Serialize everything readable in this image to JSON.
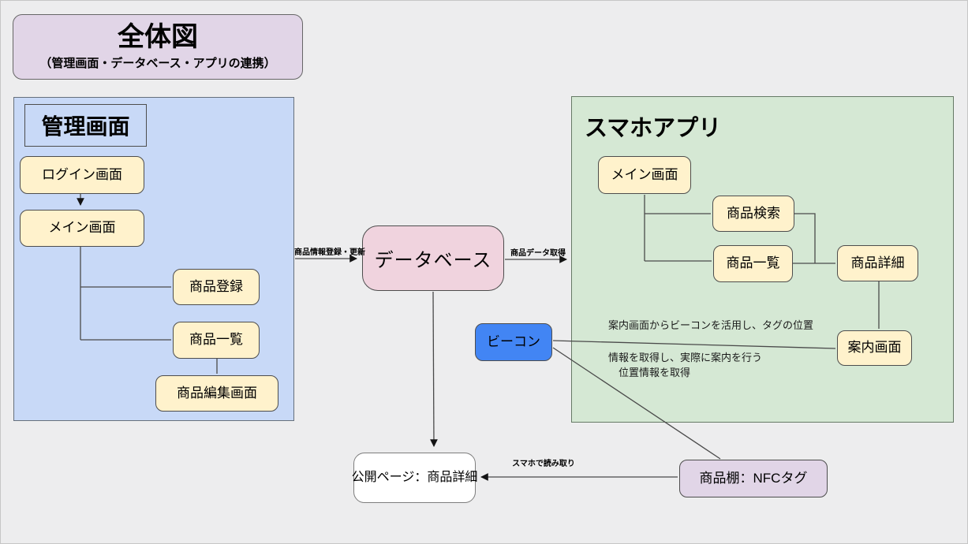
{
  "overview": {
    "title": "全体図",
    "subtitle": "（管理画面・データベース・アプリの連携）"
  },
  "admin_panel": {
    "title": "管理画面",
    "nodes": {
      "login": "ログイン画面",
      "main": "メイン画面",
      "register": "商品登録",
      "list": "商品一覧",
      "edit": "商品編集画面"
    }
  },
  "database": {
    "label": "データベース"
  },
  "app_panel": {
    "title": "スマホアプリ",
    "nodes": {
      "main": "メイン画面",
      "search": "商品検索",
      "list": "商品一覧",
      "detail": "商品詳細",
      "guide": "案内画面"
    },
    "annotation_line1": "案内画面からビーコンを活用し、タグの位置",
    "annotation_line2": "情報を取得し、実際に案内を行う"
  },
  "beacon": {
    "label": "ビーコン"
  },
  "public_page": {
    "label": "公開ページ：商品詳細"
  },
  "nfc_shelf": {
    "label": "商品棚：NFCタグ"
  },
  "edge_labels": {
    "register_update": "商品情報登録・更新",
    "fetch_data": "商品データ取得",
    "read_by_phone": "スマホで読み取り",
    "get_location": "位置情報を取得"
  },
  "colors": {
    "canvas_bg": "#EDEDEE",
    "panel_blue": "#C8D9F7",
    "panel_green": "#D5E8D4",
    "node_yellow": "#FFF2CC",
    "database_pink": "#F0D3DE",
    "beacon_blue": "#4285F4",
    "purple": "#E1D5E7",
    "line": "#4A4A4A"
  }
}
